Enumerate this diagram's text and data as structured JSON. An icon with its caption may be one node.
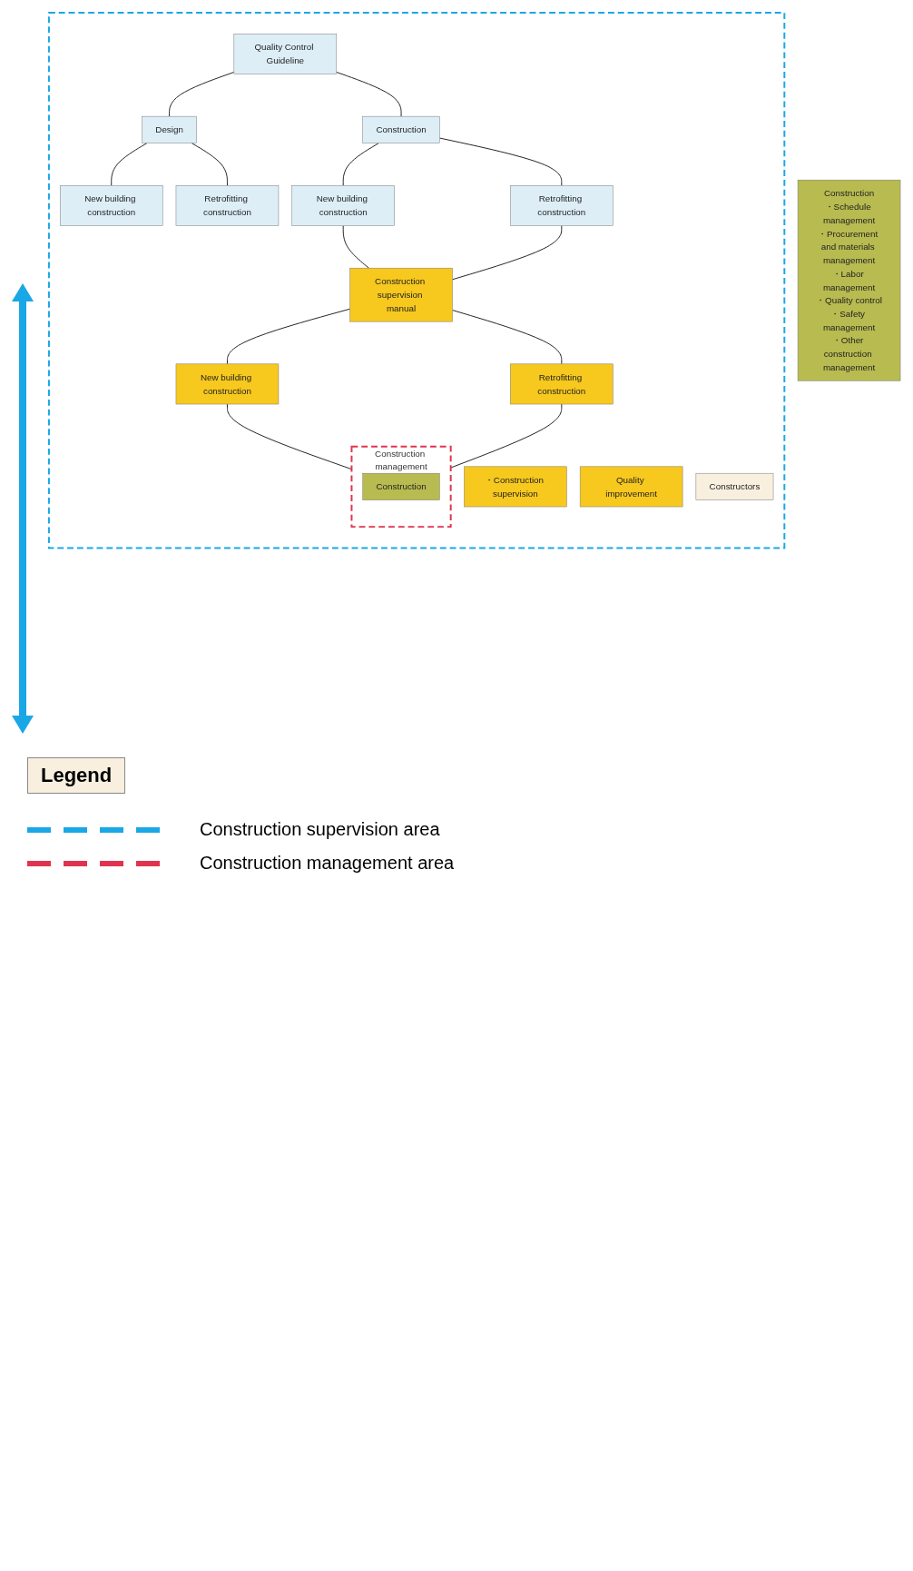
{
  "diagram": {
    "nodes": [
      {
        "text": [],
        "shape": "box"
      },
      {
        "text": [
          "Quality Control Guideline"
        ],
        "in": 0
      },
      {
        "text": [
          "Design"
        ],
        "in": 0
      },
      {
        "text": [
          "Construction"
        ],
        "in": 0
      },
      {
        "text": [
          "New building construction"
        ],
        "in": 0
      },
      {
        "text": [
          "Retrofitting construction"
        ],
        "in": 0
      },
      {
        "text": [
          "New building construction"
        ],
        "in": 0
      },
      {
        "text": [
          "Retrofitting construction"
        ],
        "in": 0
      },
      {
        "text": [
          "Construction supervision manual"
        ],
        "in": 0
      },
      {
        "text": [
          "・Construction supervision"
        ],
        "in": 0
      },
      {
        "text": [
          "Quality improvement"
        ],
        "in": 0
      },
      {
        "text": [
          "New building construction"
        ],
        "in": 0
      },
      {
        "text": [
          "Retrofitting construction"
        ],
        "in": 0
      },
      {
        "text": [
          "Constructors"
        ],
        "in": 0
      },
      {
        "text": [
          "Construction",
          "・Schedule management",
          "・Procurement and materials management",
          "・Labor management",
          "・Quality control",
          "・Safety management",
          "・Other construction management"
        ]
      },
      {
        "text": [
          "Construction management"
        ],
        "in": 0
      },
      {
        "text": [
          "Construction"
        ],
        "in": 15
      }
    ],
    "edges": [
      {
        "from": 1,
        "to": 2,
        "arrow": "none"
      },
      {
        "from": 1,
        "to": 3,
        "arrow": "none"
      },
      {
        "from": 2,
        "to": 4,
        "arrow": "none"
      },
      {
        "from": 2,
        "to": 5,
        "arrow": "none"
      },
      {
        "from": 3,
        "to": 6,
        "arrow": "none"
      },
      {
        "from": 3,
        "to": 7,
        "arrow": "none"
      },
      {
        "from": 6,
        "to": 8,
        "arrow": "none"
      },
      {
        "from": 7,
        "to": 8,
        "arrow": "none"
      },
      {
        "from": 8,
        "to": 11,
        "arrow": "none"
      },
      {
        "from": 8,
        "to": 12,
        "arrow": "none"
      },
      {
        "from": 11,
        "to": 15,
        "arrow": "none"
      },
      {
        "from": 12,
        "to": 15,
        "arrow": "none"
      }
    ],
    "labels": [
      "Legend"
    ],
    "legend": [
      {
        "text": "Construction supervision area"
      },
      {
        "text": "Construction management area"
      }
    ]
  }
}
